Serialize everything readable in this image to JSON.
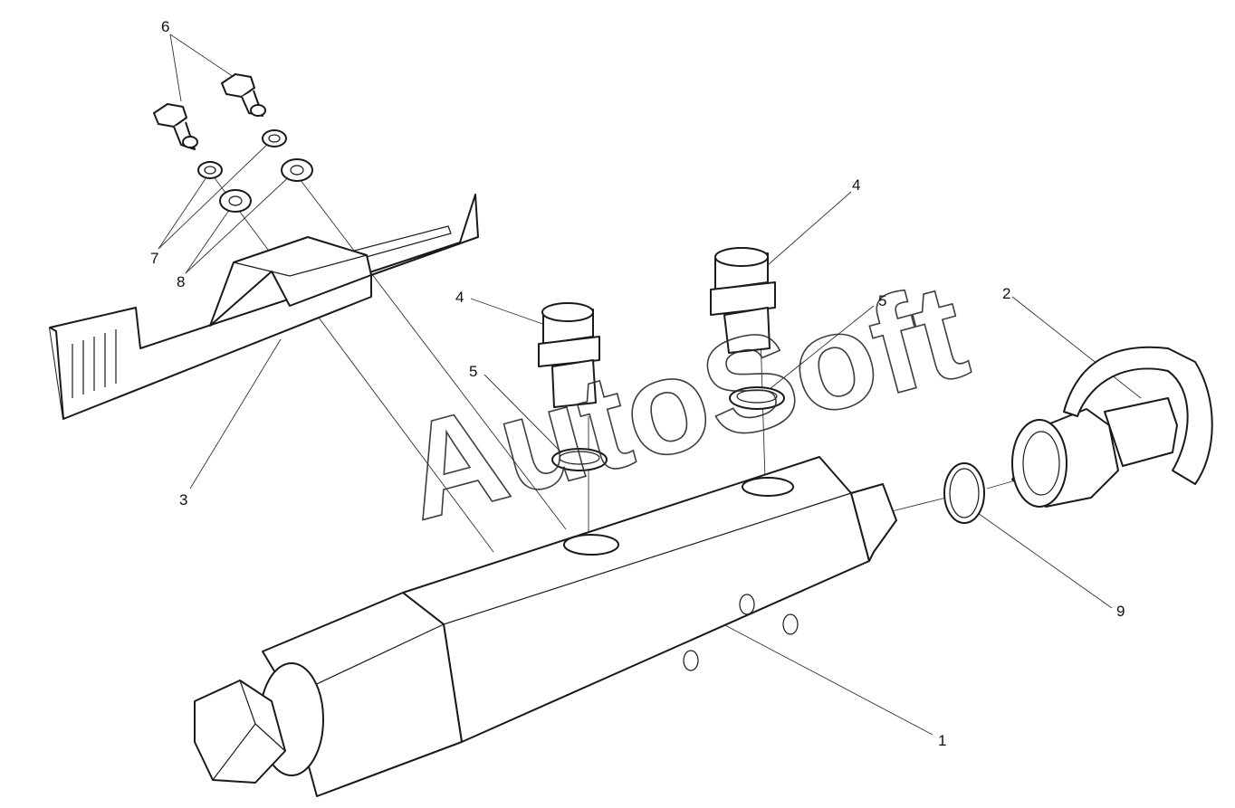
{
  "watermark": "AutoSoft",
  "labels": [
    "1",
    "2",
    "3",
    "4",
    "4",
    "5",
    "5",
    "6",
    "7",
    "8",
    "9"
  ]
}
